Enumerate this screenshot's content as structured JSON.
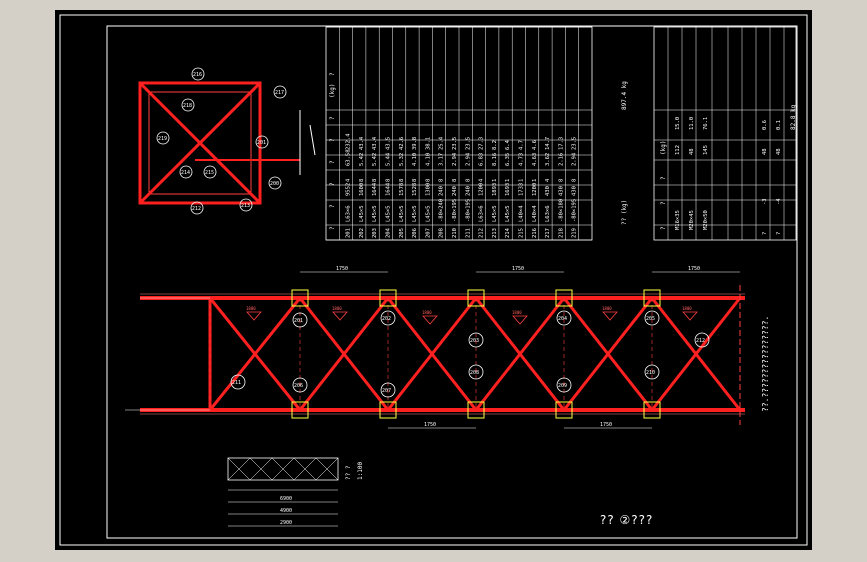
{
  "colors": {
    "background": "#d4d0c8",
    "sheet": "#000000",
    "frame": "#ffffff",
    "member": "#ff2020",
    "annotation": "#ffffff",
    "bolt": "#ffff40"
  },
  "drawing": {
    "title": "?? ②???",
    "note_right": "??.????????????????.",
    "scale": "1:100"
  },
  "bill_of_materials": {
    "header_row": [
      "?",
      "?",
      "?",
      "?",
      "?",
      "?",
      "(kg)",
      "?"
    ],
    "rows": [
      [
        "201",
        "L63×6",
        "9552",
        "4",
        "63.58",
        "232.4"
      ],
      [
        "202",
        "L45×5",
        "1600",
        "8",
        "5.42",
        "43.4"
      ],
      [
        "203",
        "L45×5",
        "1644",
        "8",
        "5.42",
        "43.4"
      ],
      [
        "204",
        "L45×5",
        "1644",
        "8",
        "5.44",
        "43.5"
      ],
      [
        "205",
        "L45×5",
        "1578",
        "8",
        "5.32",
        "42.6"
      ],
      [
        "206",
        "L45×5",
        "1528",
        "8",
        "4.10",
        "39.8"
      ],
      [
        "207",
        "L45×5",
        "1300",
        "8",
        "4.10",
        "38.1"
      ],
      [
        "208",
        "-80×240",
        "240",
        "8",
        "3.17",
        "25.4"
      ],
      [
        "210",
        "-80×195",
        "240",
        "8",
        "2.94",
        "23.5"
      ],
      [
        "211",
        "-80×195",
        "240",
        "8",
        "2.94",
        "23.5"
      ],
      [
        "212",
        "L63×6",
        "1200",
        "4",
        "6.83",
        "27.3"
      ],
      [
        "213",
        "L45×5",
        "1893",
        "1",
        "8.16",
        "8.2"
      ],
      [
        "214",
        "L45×5",
        "1693",
        "1",
        "6.35",
        "6.4"
      ],
      [
        "215",
        "L40×4",
        "1733",
        "1",
        "4.73",
        "4.7"
      ],
      [
        "216",
        "L40×4",
        "1200",
        "1",
        "4.63",
        "4.6"
      ],
      [
        "217",
        "L63×6",
        "430",
        "4",
        "3.62",
        "14.7"
      ],
      [
        "218",
        "-80×180",
        "430",
        "8",
        "2.16",
        "17.3"
      ],
      [
        "219",
        "-80×195",
        "430",
        "8",
        "2.94",
        "23.5"
      ]
    ],
    "total_weight": "897.4 kg",
    "total_label": "?? (kg)"
  },
  "bolt_table": {
    "header": [
      "?",
      "?",
      "?",
      "(kg)"
    ],
    "rows": [
      [
        "M16×35",
        "",
        "112",
        "15.0"
      ],
      [
        "M20×45",
        "",
        "48",
        "11.0"
      ],
      [
        "M20×50",
        "",
        "145",
        "76.1"
      ]
    ],
    "extra_rows": [
      [
        "?",
        "-3",
        "48",
        "0.6"
      ],
      [
        "?",
        "-4",
        "48",
        "0.1"
      ]
    ],
    "total_weight": "82.8 kg"
  },
  "plan_view": {
    "labels": [
      "216",
      "217",
      "218",
      "219",
      "214",
      "215",
      "212",
      "213",
      "200",
      "201"
    ]
  },
  "elevation": {
    "dimensions": [
      "1750",
      "1750",
      "1750",
      "1750",
      "1750"
    ],
    "members": [
      "201",
      "202",
      "203",
      "204",
      "205",
      "206",
      "207",
      "208",
      "209",
      "210",
      "211",
      "212"
    ],
    "plate_marks": [
      "1800",
      "1800",
      "1800",
      "1800",
      "1800",
      "1800"
    ]
  },
  "mini_table": {
    "rows": [
      "6900",
      "4900",
      "2900"
    ],
    "labels": [
      "?? ?",
      "1:100"
    ]
  }
}
